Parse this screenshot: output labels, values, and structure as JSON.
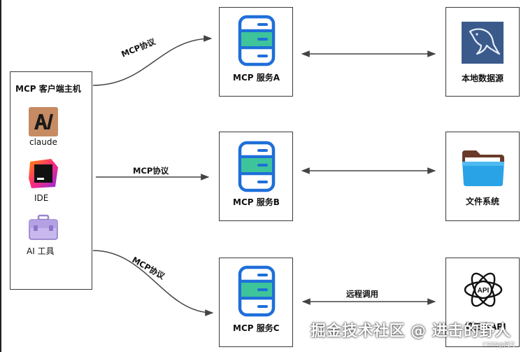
{
  "host": {
    "title": "MCP 客户端主机",
    "apps": [
      {
        "label": "claude",
        "icon": "claude-logo-icon"
      },
      {
        "label": "IDE",
        "icon": "ide-icon"
      },
      {
        "label": "AI 工具",
        "icon": "toolbox-icon"
      }
    ]
  },
  "services": [
    {
      "label": "MCP 服务A",
      "icon": "server-icon"
    },
    {
      "label": "MCP 服务B",
      "icon": "server-icon"
    },
    {
      "label": "MCP 服务C",
      "icon": "server-icon"
    }
  ],
  "resources": [
    {
      "label": "本地数据源",
      "icon": "mysql-dolphin-icon"
    },
    {
      "label": "文件系统",
      "icon": "folder-icon"
    },
    {
      "label": "第三方API",
      "icon": "api-icon"
    }
  ],
  "connections": {
    "top": "MCP协议",
    "middle": "MCP协议",
    "bottom": "MCP协议",
    "remote": "远程调用"
  },
  "watermark": {
    "text": "掘金技术社区 @ 进击的野人",
    "sub": "CSDN@阿兀"
  },
  "colors": {
    "server_blue": "#1e6fd9",
    "server_green": "#3ec49a",
    "mysql_bg": "#3b5a8c",
    "folder_blue": "#29a3e6",
    "claude_bg": "#c68b62",
    "ide_pink": "#ff2a7a"
  }
}
